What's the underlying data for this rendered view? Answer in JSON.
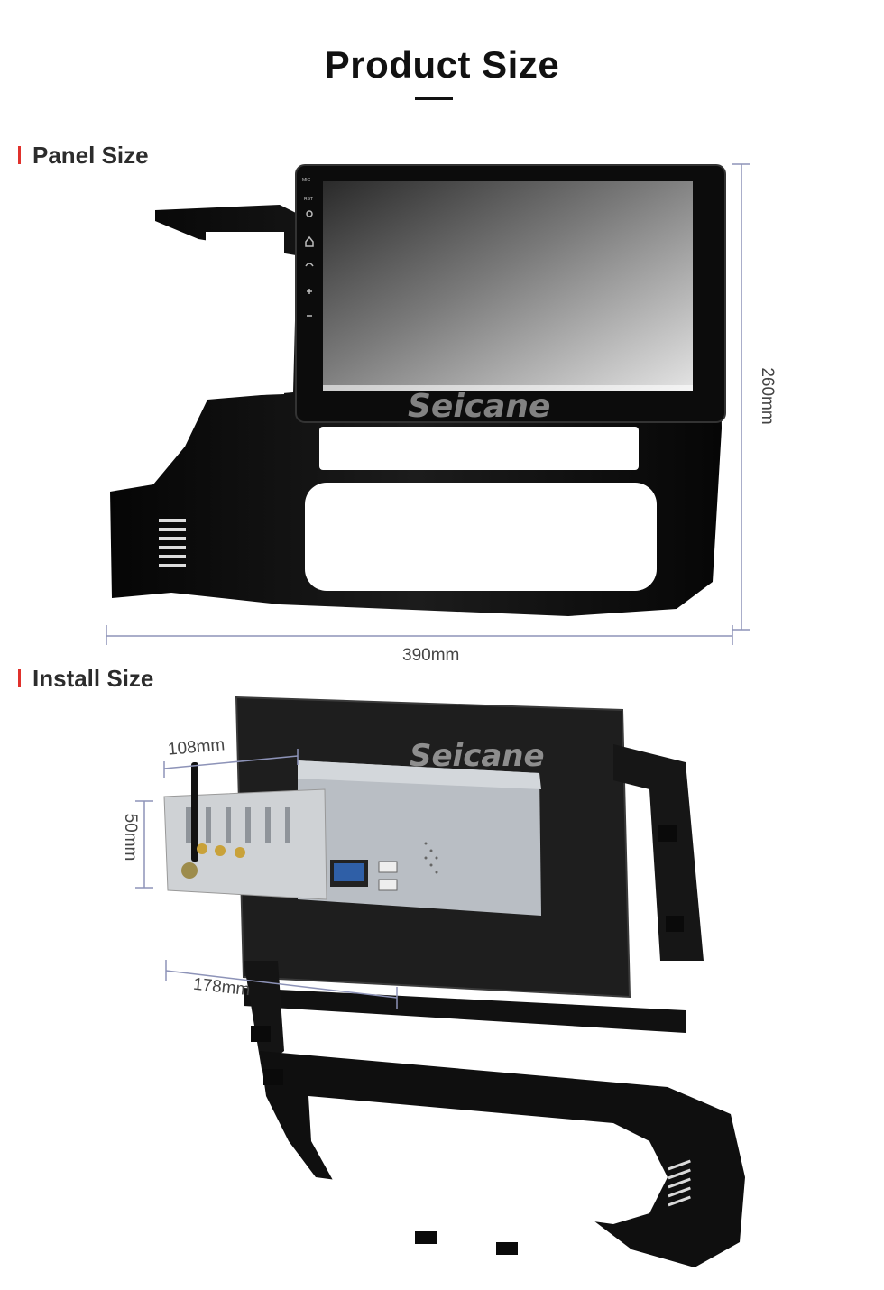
{
  "header": {
    "title": "Product Size"
  },
  "panel_section": {
    "title": "Panel Size",
    "width_label": "390mm",
    "height_label": "260mm",
    "watermark": "Seicane",
    "side_buttons": [
      "MIC",
      "RST"
    ]
  },
  "install_section": {
    "title": "Install Size",
    "depth_label": "108mm",
    "height_label": "50mm",
    "width_label": "178mm",
    "watermark": "Seicane"
  },
  "colors": {
    "accent": "#e0312c",
    "dimension_line": "#8d93b8",
    "text": "#2c2c2c"
  }
}
